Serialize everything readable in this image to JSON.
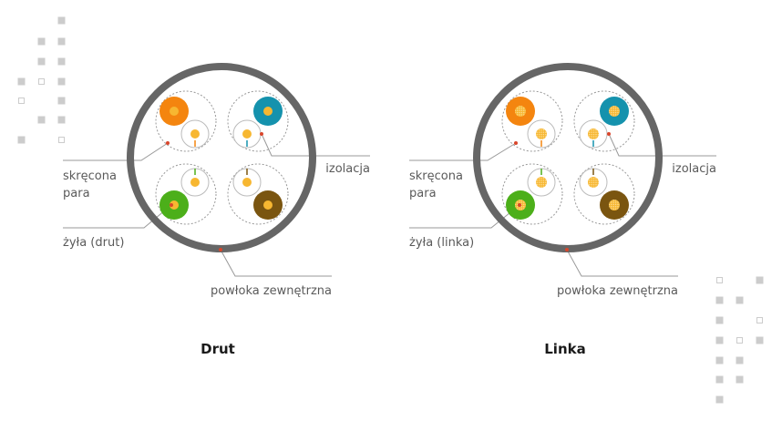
{
  "diagrams": [
    {
      "title": "Drut",
      "labels": {
        "twisted_pair": [
          "skręcona",
          "para"
        ],
        "insulation": "izolacja",
        "conductor": "żyła (drut)",
        "jacket": "powłoka zewnętrzna"
      },
      "conductor_type": "solid"
    },
    {
      "title": "Linka",
      "labels": {
        "twisted_pair": [
          "skręcona",
          "para"
        ],
        "insulation": "izolacja",
        "conductor": "żyła (linka)",
        "jacket": "powłoka zewnętrzna"
      },
      "conductor_type": "stranded"
    }
  ],
  "colors": {
    "jacket": "#666666",
    "leader": "#999999",
    "marker": "#d9462b",
    "copper": "#f7b731",
    "pair_orange": "#f4850f",
    "pair_blue": "#1592ad",
    "pair_green": "#4caf1a",
    "pair_brown": "#7a5510",
    "deco_square": "#cccccc"
  },
  "icons": [
    "square-pattern-icon"
  ]
}
